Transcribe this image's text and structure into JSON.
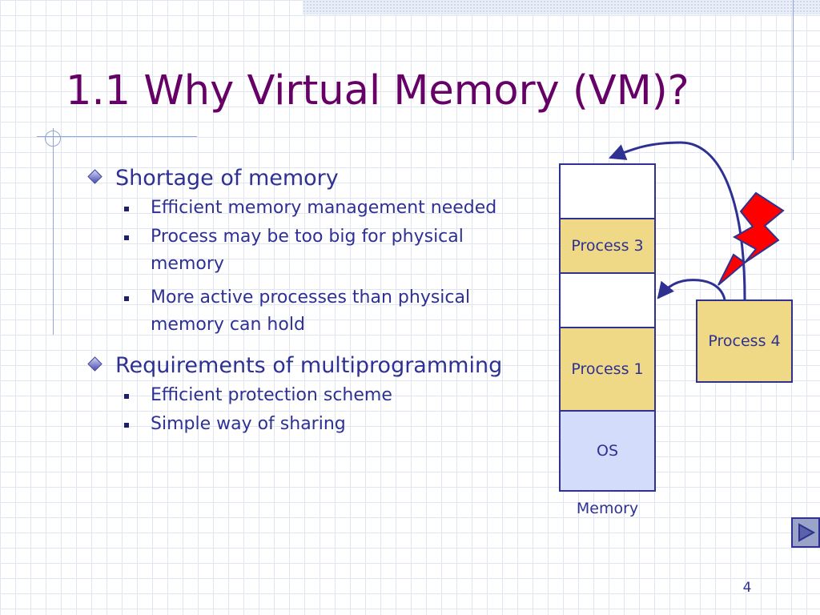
{
  "slide": {
    "title": "1.1 Why Virtual Memory (VM)?",
    "page_number": "4"
  },
  "bullets": [
    {
      "text": "Shortage of memory",
      "subs": [
        "Efficient memory management needed",
        "Process may be too big for physical memory",
        "More active processes than physical memory can hold"
      ]
    },
    {
      "text": "Requirements of multiprogramming",
      "subs": [
        "Efficient protection scheme",
        "Simple way of sharing"
      ]
    }
  ],
  "diagram": {
    "memory_label": "Memory",
    "blocks": [
      {
        "label": "",
        "fill": "#ffffff"
      },
      {
        "label": "Process 3",
        "fill": "#efd987"
      },
      {
        "label": "",
        "fill": "#ffffff"
      },
      {
        "label": "Process 1",
        "fill": "#efd987"
      },
      {
        "label": "OS",
        "fill": "#d3dcfa"
      }
    ],
    "incoming_process": "Process 4"
  },
  "colors": {
    "title": "#660066",
    "text": "#2e3192",
    "process_fill": "#efd987",
    "os_fill": "#d3dcfa",
    "lightning": "#ff0000"
  },
  "icons": {
    "bullet_level1": "diamond-bullet-icon",
    "bullet_level2": "square-bullet-icon",
    "warning": "lightning-bolt-icon",
    "nav": "next-slide-arrow-icon"
  }
}
